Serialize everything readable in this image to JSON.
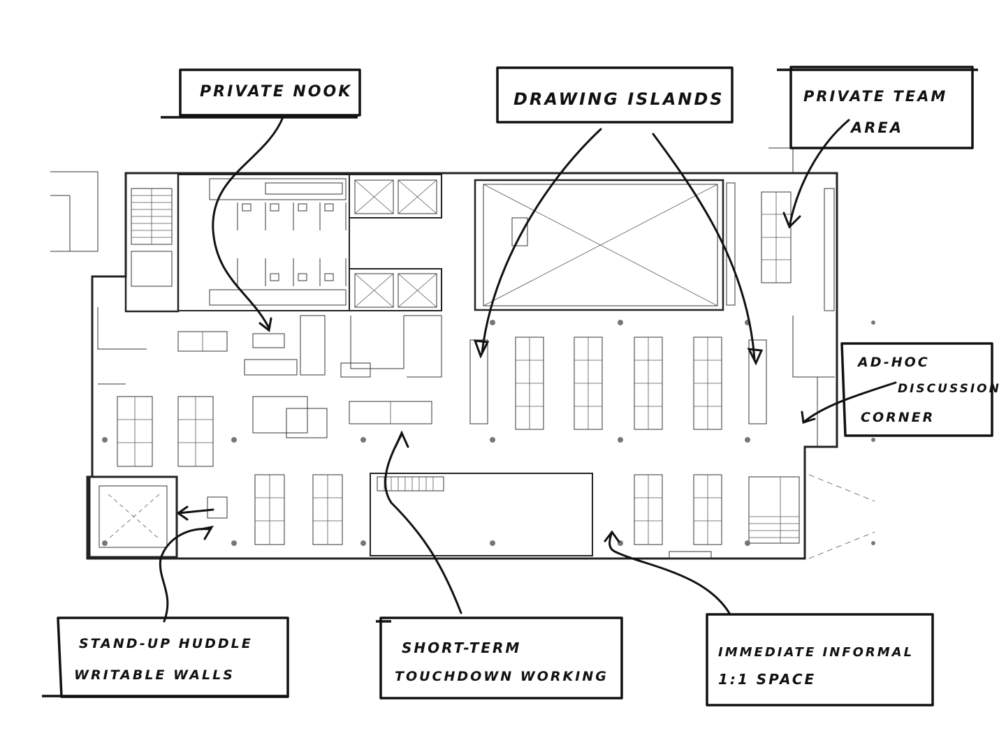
{
  "labels": {
    "private_nook": "PRIVATE NOOK",
    "drawing_islands": "DRAWING ISLANDS",
    "private_team_area_1": "PRIVATE TEAM",
    "private_team_area_2": "AREA",
    "adhoc_1": "AD-HOC",
    "adhoc_2": "DISCUSSION",
    "adhoc_3": "CORNER",
    "standup_1": "STAND-UP HUDDLE",
    "standup_2": "WRITABLE WALLS",
    "shortterm_1": "SHORT-TERM",
    "shortterm_2": "TOUCHDOWN WORKING",
    "informal_1": "IMMEDIATE INFORMAL",
    "informal_2": "1:1 SPACE"
  }
}
